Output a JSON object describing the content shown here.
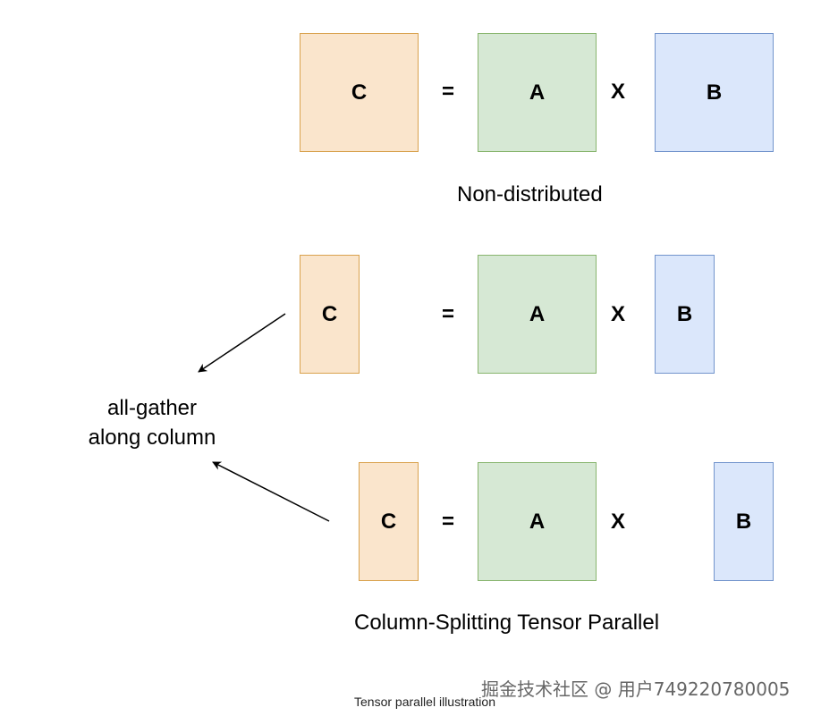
{
  "diagram": {
    "rows": [
      {
        "c": "C",
        "eq": "=",
        "a": "A",
        "x": "X",
        "b": "B"
      },
      {
        "c": "C",
        "eq": "=",
        "a": "A",
        "x": "X",
        "b": "B"
      },
      {
        "c": "C",
        "eq": "=",
        "a": "A",
        "x": "X",
        "b": "B"
      }
    ],
    "non_distributed_label": "Non-distributed",
    "column_split_label": "Column-Splitting Tensor Parallel",
    "gather_label": [
      "all-gather",
      "along column"
    ]
  },
  "watermark": "掘金技术社区 @ 用户749220780005",
  "footer_caption": "Tensor parallel illustration"
}
